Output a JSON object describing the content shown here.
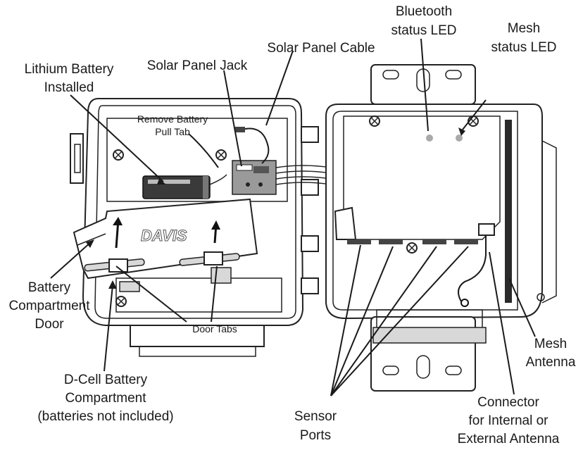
{
  "labels": {
    "lithium_battery": [
      "Lithium Battery",
      "Installed"
    ],
    "remove_tab": [
      "Remove Battery",
      "Pull Tab"
    ],
    "solar_jack": "Solar Panel Jack",
    "solar_cable": "Solar Panel Cable",
    "bluetooth_led": [
      "Bluetooth",
      "status LED"
    ],
    "mesh_led": [
      "Mesh",
      "status LED"
    ],
    "battery_door": [
      "Battery",
      "Compartment",
      "Door"
    ],
    "door_tabs": "Door Tabs",
    "dcell": [
      "D-Cell Battery",
      "Compartment",
      "(batteries not included)"
    ],
    "sensor_ports": [
      "Sensor",
      "Ports"
    ],
    "connector": [
      "Connector",
      "for Internal or",
      "External Antenna"
    ],
    "mesh_antenna": [
      "Mesh",
      "Antenna"
    ]
  },
  "brand": "DAVIS",
  "colors": {
    "line": "#1a1a1a",
    "shade": "#d8d8d8",
    "background": "#ffffff"
  }
}
